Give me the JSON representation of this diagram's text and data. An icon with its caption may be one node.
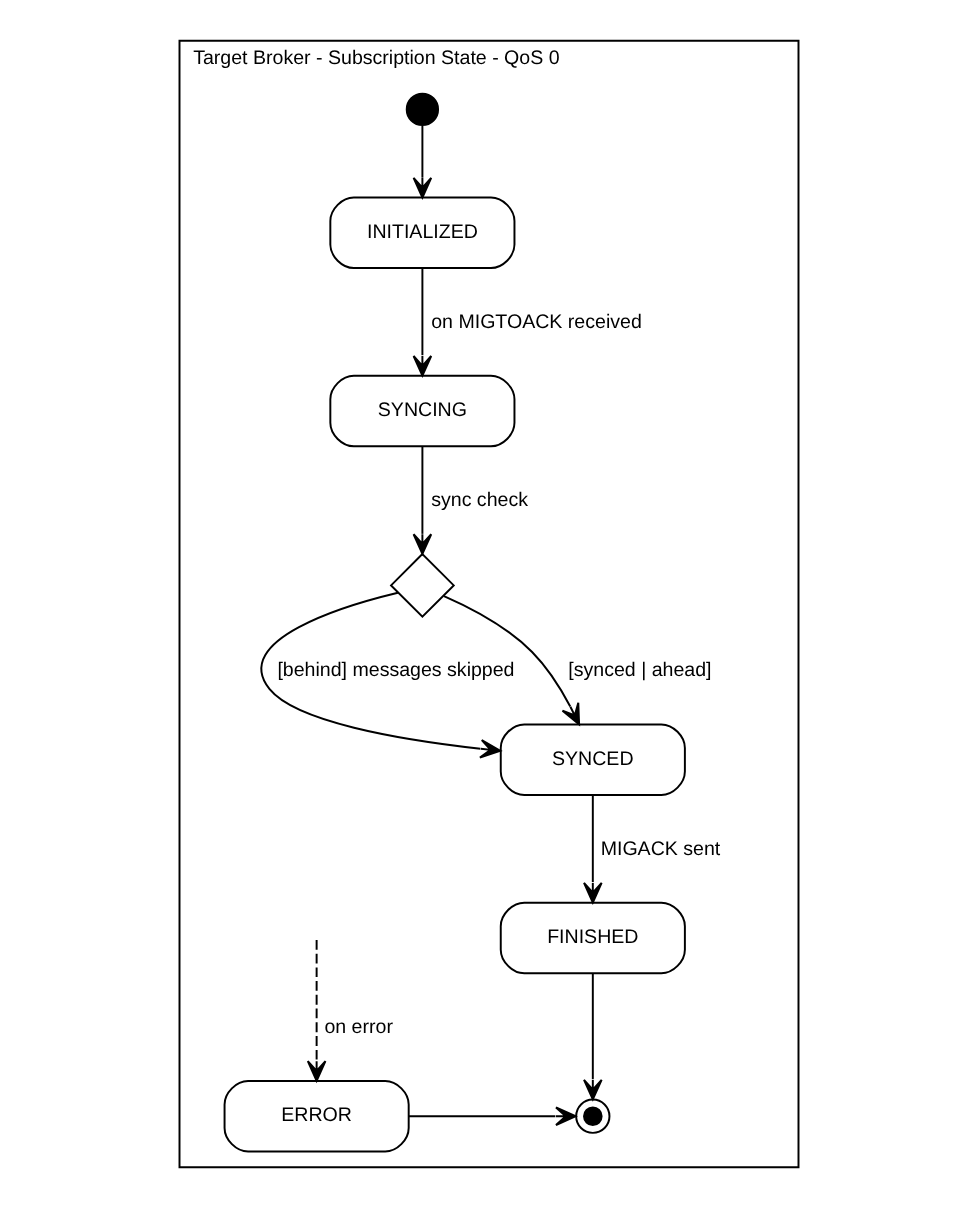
{
  "diagram": {
    "nodes": [
      {
        "text": [
          "Target Broker - Subscription State - QoS 0"
        ]
      },
      {
        "text": [],
        "shape": "circle",
        "in": 0
      },
      {
        "text": [
          "INITIALIZED"
        ],
        "in": 0
      },
      {
        "text": [
          "SYNCING"
        ],
        "in": 0
      },
      {
        "text": [],
        "shape": "diamond",
        "in": 0
      },
      {
        "text": [
          "SYNCED"
        ],
        "in": 0
      },
      {
        "text": [
          "FINISHED"
        ],
        "in": 0
      },
      {
        "text": [
          "ERROR"
        ],
        "in": 0
      },
      {
        "text": [],
        "shape": "circle",
        "in": 0
      }
    ],
    "edges": [
      {
        "from": 1,
        "to": 2,
        "arrow": "to"
      },
      {
        "from": 2,
        "to": 3,
        "arrow": "to",
        "label": "on MIGTOACK received"
      },
      {
        "from": 3,
        "to": 4,
        "arrow": "to",
        "label": "sync check"
      },
      {
        "from": 4,
        "to": 5,
        "arrow": "to",
        "label": "[behind] messages skipped"
      },
      {
        "from": 4,
        "to": 5,
        "arrow": "to",
        "label": "[synced | ahead]"
      },
      {
        "from": 5,
        "to": 6,
        "arrow": "to",
        "label": "MIGACK sent"
      },
      {
        "from": 6,
        "to": 8,
        "arrow": "to"
      },
      {
        "from": 7,
        "to": 8,
        "arrow": "to"
      },
      {
        "from": null,
        "to": 7,
        "arrow": "to",
        "label": "on error",
        "style": "dashed"
      }
    ]
  }
}
